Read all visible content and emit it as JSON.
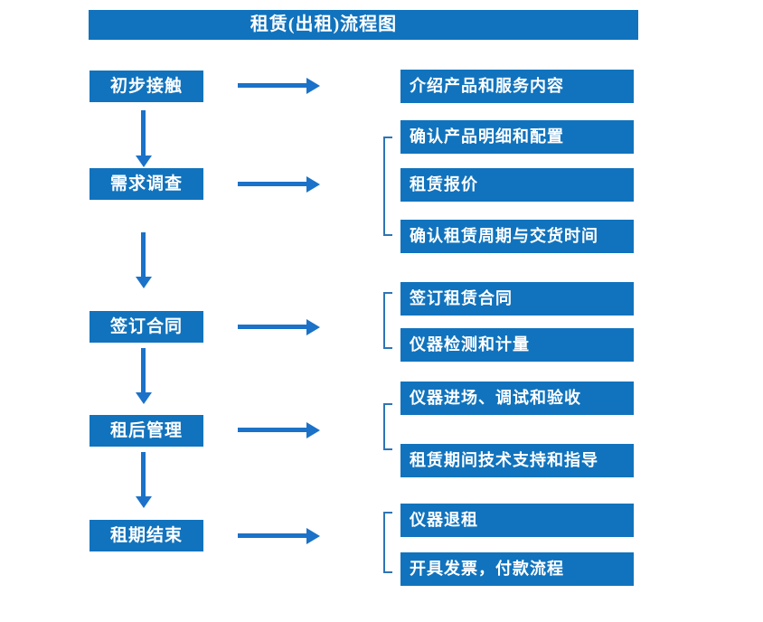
{
  "title": "租赁(出租)流程图",
  "colors": {
    "box": "#1173BD",
    "arrow": "#1B72C8",
    "bracket": "#2E75B6",
    "text": "#FFFFFF",
    "bg": "#FFFFFF"
  },
  "steps": [
    {
      "label": "初步接触",
      "outputs": [
        "介绍产品和服务内容"
      ]
    },
    {
      "label": "需求调查",
      "outputs": [
        "确认产品明细和配置",
        "租赁报价",
        "确认租赁周期与交货时间"
      ]
    },
    {
      "label": "签订合同",
      "outputs": [
        "签订租赁合同",
        "仪器检测和计量"
      ]
    },
    {
      "label": "租后管理",
      "outputs": [
        "仪器进场、调试和验收",
        "租赁期间技术支持和指导"
      ]
    },
    {
      "label": "租期结束",
      "outputs": [
        "仪器退租",
        "开具发票，付款流程"
      ]
    }
  ]
}
